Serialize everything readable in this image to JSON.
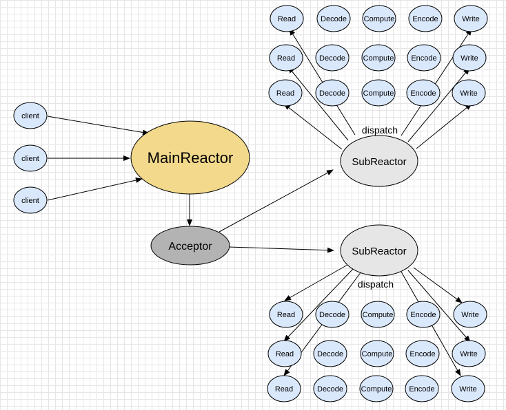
{
  "clients": [
    "client",
    "client",
    "client"
  ],
  "main_reactor": "MainReactor",
  "acceptor": "Acceptor",
  "sub_reactors": [
    {
      "label": "SubReactor",
      "dispatch_label": "dispatch",
      "task_rows": [
        [
          "Read",
          "Decode",
          "Compute",
          "Encode",
          "Write"
        ],
        [
          "Read",
          "Decode",
          "Compute",
          "Encode",
          "Write"
        ],
        [
          "Read",
          "Decode",
          "Compute",
          "Encode",
          "Write"
        ]
      ]
    },
    {
      "label": "SubReactor",
      "dispatch_label": "dispatch",
      "task_rows": [
        [
          "Read",
          "Decode",
          "Compute",
          "Encode",
          "Write"
        ],
        [
          "Read",
          "Decode",
          "Compute",
          "Encode",
          "Write"
        ],
        [
          "Read",
          "Decode",
          "Compute",
          "Encode",
          "Write"
        ]
      ]
    }
  ],
  "colors": {
    "small_node_fill": "#dae8fc",
    "main_reactor_fill": "#f2d98c",
    "acceptor_fill": "#b3b3b3",
    "sub_reactor_fill": "#e6e6e6",
    "stroke": "#000000"
  }
}
